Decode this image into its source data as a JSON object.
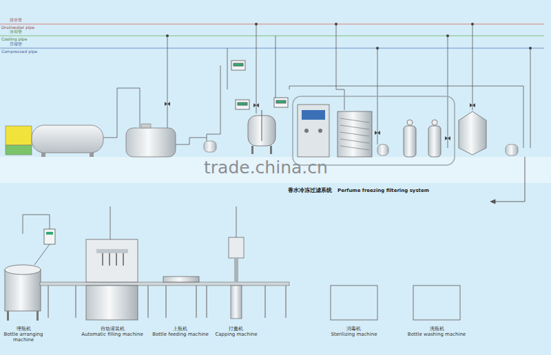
{
  "diagram": {
    "nodes": [
      {
        "text": [
          "理瓶机",
          "Bottle arranging machine"
        ]
      },
      {
        "text": [
          "自动灌装机",
          "Automatic filling machine"
        ]
      },
      {
        "text": [
          "上瓶机",
          "Bottle feeding machine"
        ]
      },
      {
        "text": [
          "打盖机",
          "Capping machine"
        ]
      },
      {
        "text": [
          "消毒机",
          "Sterilizing machine"
        ]
      },
      {
        "text": [
          "洗瓶机",
          "Bottle washing machine"
        ]
      }
    ],
    "labels": [
      "排水管",
      "Drainwater pipe",
      "冷却管",
      "Cooling pipe",
      "压缩管",
      "Compressed pipe",
      "trade.china.cn",
      "香水冷冻过滤系统",
      "Perfume freezing filtering system"
    ]
  }
}
